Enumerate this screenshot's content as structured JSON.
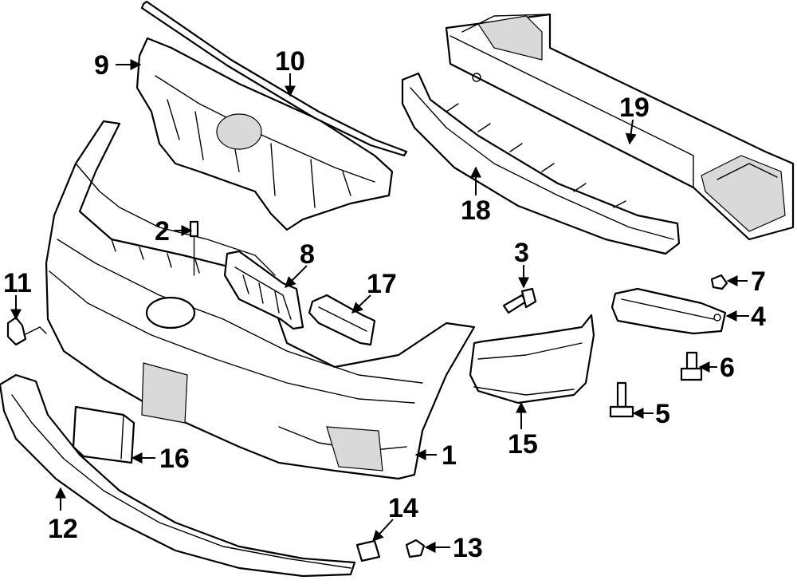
{
  "colors": {
    "line": "#000000",
    "background": "#ffffff",
    "shade": "#d9d9d9"
  },
  "callouts": {
    "c1": "1",
    "c2": "2",
    "c3": "3",
    "c4": "4",
    "c5": "5",
    "c6": "6",
    "c7": "7",
    "c8": "8",
    "c9": "9",
    "c10": "10",
    "c11": "11",
    "c12": "12",
    "c13": "13",
    "c14": "14",
    "c15": "15",
    "c16": "16",
    "c17": "17",
    "c18": "18",
    "c19": "19"
  }
}
